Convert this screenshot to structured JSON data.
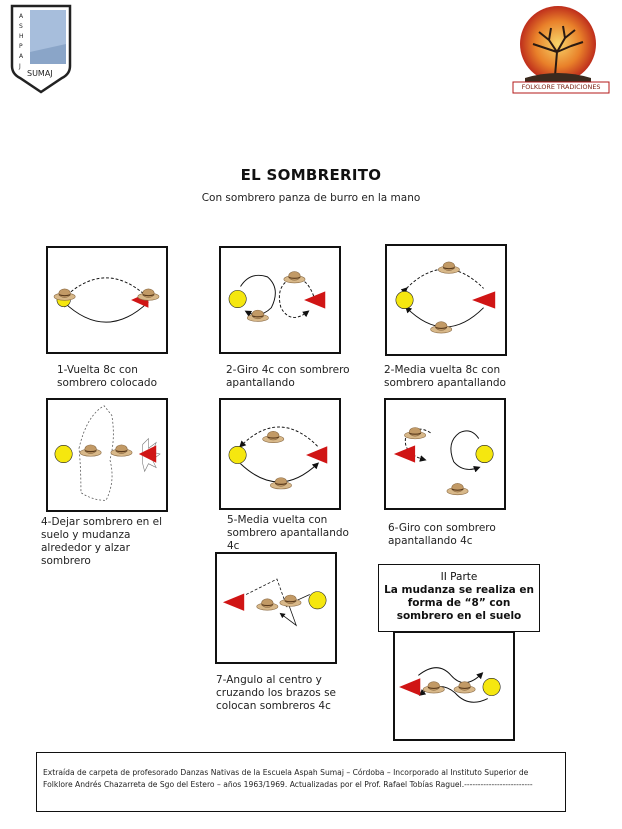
{
  "header": {
    "left_logo_text": "ASHPAJ SUMAJ",
    "right_logo_caption": "FOLKLORE TRADICIONES"
  },
  "title": "EL SOMBRERITO",
  "subtitle": "Con sombrero panza de burro en la mano",
  "figures": [
    {
      "caption_lines": [
        "1-Vuelta 8c con",
        "sombrero colocado"
      ]
    },
    {
      "caption_lines": [
        "2-Giro 4c con sombrero",
        "apantallando"
      ]
    },
    {
      "caption_lines": [
        "2-Media vuelta 8c con",
        "sombrero apantallando"
      ]
    },
    {
      "caption_lines": [
        "4-Dejar sombrero en el",
        "suelo y mudanza",
        "alrededor y alzar",
        "sombrero"
      ]
    },
    {
      "caption_lines": [
        "5-Media vuelta con",
        "sombrero apantallando",
        "4c"
      ]
    },
    {
      "caption_lines": [
        "6-Giro con sombrero",
        "apantallando 4c"
      ]
    },
    {
      "caption_lines": [
        "7-Angulo al centro y",
        "cruzando los brazos se",
        "colocan sombreros 4c"
      ]
    }
  ],
  "part_two": {
    "lines": [
      "II Parte",
      "La mudanza se realiza en",
      "forma de “8” con",
      "sombrero en el suelo"
    ]
  },
  "footer": {
    "lines": [
      "Extraída de carpeta de profesorado Danzas Nativas de la Escuela Aspah Sumaj – Córdoba – Incorporado al Instituto Superior de",
      "Folklore Andrés Chazarreta de Sgo del Estero – años 1963/1969. Actualizadas por el Prof. Rafael Tobías Raguel.-------------------------"
    ]
  },
  "colors": {
    "sun": "#f5e70f",
    "triangle": "#d01515",
    "hat": "#c9a476"
  }
}
